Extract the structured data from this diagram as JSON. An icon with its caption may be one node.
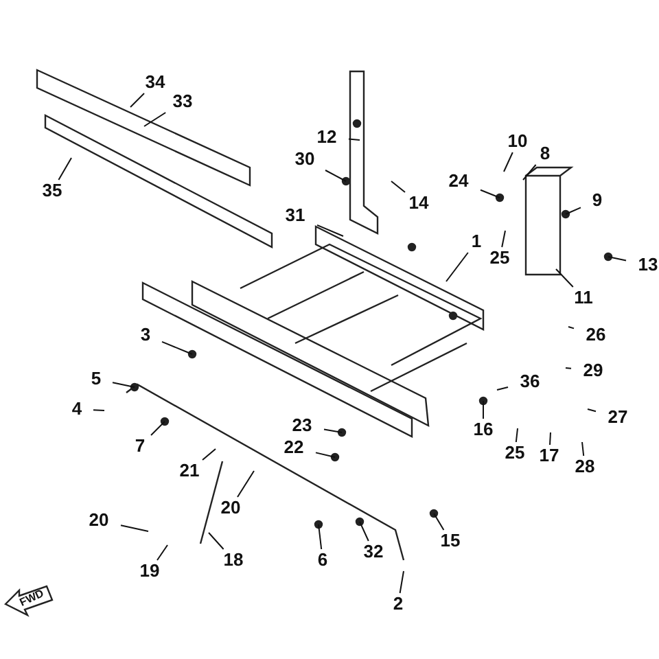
{
  "diagram": {
    "nodes": [
      {
        "text": [
          "34"
        ]
      },
      {
        "text": [
          "33"
        ]
      },
      {
        "text": [
          "10"
        ]
      },
      {
        "text": [
          "12"
        ]
      },
      {
        "text": [
          "8"
        ]
      },
      {
        "text": [
          "30"
        ]
      },
      {
        "text": [
          "35"
        ]
      },
      {
        "text": [
          "24"
        ]
      },
      {
        "text": [
          "9"
        ]
      },
      {
        "text": [
          "14"
        ]
      },
      {
        "text": [
          "31"
        ]
      },
      {
        "text": [
          "1"
        ]
      },
      {
        "text": [
          "25"
        ]
      },
      {
        "text": [
          "13"
        ]
      },
      {
        "text": [
          "11"
        ]
      },
      {
        "text": [
          "26"
        ]
      },
      {
        "text": [
          "3"
        ]
      },
      {
        "text": [
          "29"
        ]
      },
      {
        "text": [
          "5"
        ]
      },
      {
        "text": [
          "36"
        ]
      },
      {
        "text": [
          "4"
        ]
      },
      {
        "text": [
          "27"
        ]
      },
      {
        "text": [
          "23"
        ]
      },
      {
        "text": [
          "16"
        ]
      },
      {
        "text": [
          "28"
        ]
      },
      {
        "text": [
          "25"
        ]
      },
      {
        "text": [
          "17"
        ]
      },
      {
        "text": [
          "7"
        ]
      },
      {
        "text": [
          "22"
        ]
      },
      {
        "text": [
          "21"
        ]
      },
      {
        "text": [
          "20"
        ]
      },
      {
        "text": [
          "20"
        ]
      },
      {
        "text": [
          "32"
        ]
      },
      {
        "text": [
          "15"
        ]
      },
      {
        "text": [
          "18"
        ]
      },
      {
        "text": [
          "6"
        ]
      },
      {
        "text": [
          "19"
        ]
      },
      {
        "text": [
          "2"
        ]
      }
    ],
    "edges": [
      {
        "from": 0,
        "to": null,
        "arrow": "none"
      },
      {
        "from": 1,
        "to": null,
        "arrow": "none"
      },
      {
        "from": 2,
        "to": null,
        "arrow": "none"
      },
      {
        "from": 3,
        "to": null,
        "arrow": "none"
      },
      {
        "from": 4,
        "to": null,
        "arrow": "none"
      },
      {
        "from": 5,
        "to": null,
        "arrow": "none"
      },
      {
        "from": 6,
        "to": null,
        "arrow": "none"
      },
      {
        "from": 7,
        "to": null,
        "arrow": "none"
      },
      {
        "from": 8,
        "to": null,
        "arrow": "none"
      },
      {
        "from": 9,
        "to": null,
        "arrow": "none"
      },
      {
        "from": 10,
        "to": null,
        "arrow": "none"
      },
      {
        "from": 11,
        "to": null,
        "arrow": "none"
      },
      {
        "from": 12,
        "to": null,
        "arrow": "none"
      },
      {
        "from": 13,
        "to": null,
        "arrow": "none"
      },
      {
        "from": 14,
        "to": null,
        "arrow": "none"
      },
      {
        "from": 15,
        "to": null,
        "arrow": "none"
      },
      {
        "from": 16,
        "to": null,
        "arrow": "none"
      },
      {
        "from": 17,
        "to": null,
        "arrow": "none"
      },
      {
        "from": 18,
        "to": null,
        "arrow": "none"
      },
      {
        "from": 19,
        "to": null,
        "arrow": "none"
      },
      {
        "from": 20,
        "to": null,
        "arrow": "none"
      },
      {
        "from": 21,
        "to": null,
        "arrow": "none"
      },
      {
        "from": 22,
        "to": null,
        "arrow": "none"
      },
      {
        "from": 23,
        "to": null,
        "arrow": "none"
      },
      {
        "from": 24,
        "to": null,
        "arrow": "none"
      },
      {
        "from": 25,
        "to": null,
        "arrow": "none"
      },
      {
        "from": 26,
        "to": null,
        "arrow": "none"
      },
      {
        "from": 27,
        "to": null,
        "arrow": "none"
      },
      {
        "from": 28,
        "to": null,
        "arrow": "none"
      },
      {
        "from": 29,
        "to": null,
        "arrow": "none"
      },
      {
        "from": 30,
        "to": null,
        "arrow": "none"
      },
      {
        "from": 31,
        "to": null,
        "arrow": "none"
      },
      {
        "from": 32,
        "to": null,
        "arrow": "none"
      },
      {
        "from": 33,
        "to": null,
        "arrow": "none"
      },
      {
        "from": 34,
        "to": null,
        "arrow": "none"
      },
      {
        "from": 35,
        "to": null,
        "arrow": "none"
      },
      {
        "from": 36,
        "to": null,
        "arrow": "none"
      },
      {
        "from": 37,
        "to": null,
        "arrow": "none"
      }
    ],
    "labels": [
      "FWD"
    ]
  }
}
